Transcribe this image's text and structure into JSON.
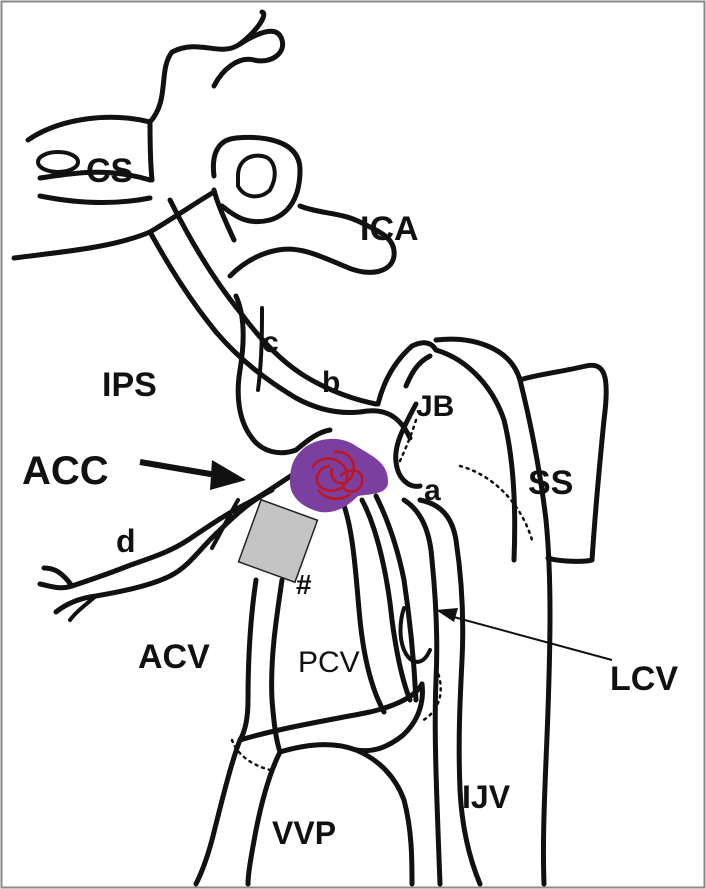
{
  "labels": {
    "cs": "CS",
    "ica": "ICA",
    "c": "c",
    "ips": "IPS",
    "b": "b",
    "jb": "JB",
    "acc": "ACC",
    "ss": "SS",
    "a": "a",
    "d": "d",
    "hash": "#",
    "acv": "ACV",
    "pcv": "PCV",
    "lcv": "LCV",
    "ijv": "IJV",
    "vvp": "VVP"
  },
  "colors": {
    "lesion": "#7b3fa0",
    "lesion_vessels": "#c0141e",
    "shaded_box": "#c4c4c4",
    "line": "#111111",
    "border": "#8a8a8a"
  }
}
